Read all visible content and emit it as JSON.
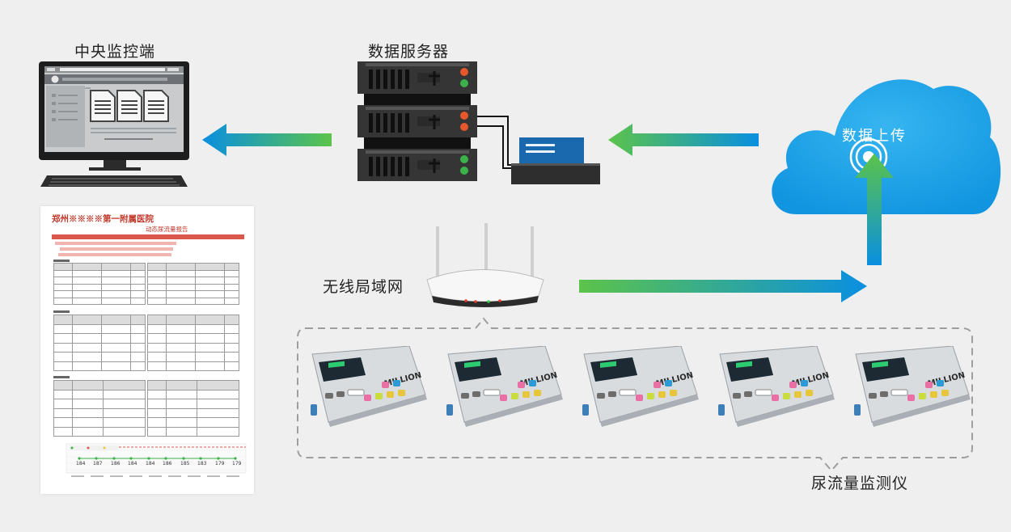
{
  "nodes": {
    "central_monitor": "中央监控端",
    "data_server": "数据服务器",
    "cloud_upload": "数据上传",
    "wireless_lan": "无线局域网",
    "devices": "尿流量监测仪"
  },
  "report": {
    "hospital": "郑州※※※※第一附属医院",
    "title": "动态尿流量报告",
    "trend_values": [
      "184",
      "187",
      "186",
      "184",
      "184",
      "186",
      "185",
      "183",
      "179",
      "179"
    ]
  },
  "device": {
    "brand": "MILLION"
  },
  "colors": {
    "arrow_blue": "#0a8fe0",
    "arrow_green": "#5cc34a",
    "cloud": "#2aa8ec",
    "report_red": "#c0392b"
  }
}
